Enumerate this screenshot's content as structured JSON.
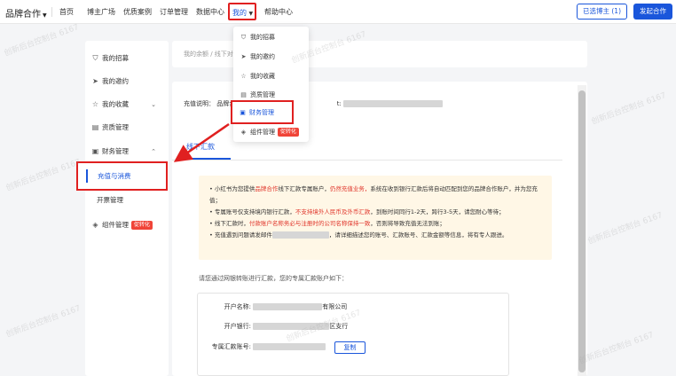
{
  "topbar": {
    "brand": "品牌合作",
    "nav": [
      "首页",
      "博主广场",
      "优质案例",
      "订单管理",
      "数据中心"
    ],
    "mine": "我的",
    "help": "帮助中心",
    "selected_btn": "已选博主 (1)",
    "publish_btn": "发起合作"
  },
  "sidebar": {
    "items": [
      {
        "label": "我的招募",
        "icon": "shield-icon"
      },
      {
        "label": "我的邀约",
        "icon": "send-icon"
      },
      {
        "label": "我的收藏",
        "icon": "star-icon"
      },
      {
        "label": "资质管理",
        "icon": "document-icon"
      },
      {
        "label": "财务管理",
        "icon": "wallet-icon"
      },
      {
        "label": "充值与消费"
      },
      {
        "label": "开票管理"
      },
      {
        "label": "组件管理",
        "icon": "component-icon",
        "tag": "促转化"
      }
    ]
  },
  "dropdown": {
    "items": [
      {
        "label": "我的招募",
        "icon": "shield-icon"
      },
      {
        "label": "我的邀约",
        "icon": "send-icon"
      },
      {
        "label": "我的收藏",
        "icon": "star-icon"
      },
      {
        "label": "资质管理",
        "icon": "document-icon"
      },
      {
        "label": "财务管理",
        "icon": "wallet-icon"
      },
      {
        "label": "组件管理",
        "icon": "component-icon",
        "tag": "促转化"
      }
    ]
  },
  "breadcrumb": "我的余额 / 线下对公",
  "main": {
    "info_prefix": "充值说明：",
    "info_text": "品牌合",
    "info_mid": "t",
    "tab": "线下汇款",
    "notice": [
      {
        "pre": "• 小红书为您提供",
        "red": "品牌合作",
        "post": "线下汇款专属账户，",
        "red2": "仍然充值业务，",
        "post2": "系统在收到银行汇款后将自动匹配到您的品牌合作账户，并为您充"
      },
      {
        "pre": "值；",
        "red": "",
        "post": "",
        "red2": "",
        "post2": ""
      },
      {
        "pre": "• 专属账号仅支持境内银行汇款，",
        "red": "不支持境外人民币及外币汇款",
        "post": "，到账时间同行1-2天，跨行3-5天，请您耐心等待；",
        "red2": "",
        "post2": ""
      },
      {
        "pre": "• 线下汇款时，",
        "red": "付款账户名称务必与注册时的公司名称保持一致",
        "post": "，否则将导致充值无法到账；",
        "red2": "",
        "post2": ""
      },
      {
        "pre": "• 充值遇到问题请发邮件",
        "red": "",
        "post": "，请详细描述您的账号、汇款账号、汇款金额等信息，将有专人跟进。",
        "red2": "",
        "post2": ""
      }
    ],
    "transfer_label": "请您通过网银转账进行汇款，您的专属汇款账户如下：",
    "account": {
      "name_label": "开户名称:",
      "name_suffix": "有限公司",
      "bank_label": "开户银行:",
      "bank_suffix": "区支行",
      "number_label": "专属汇款账号:",
      "copy_btn": "复制"
    }
  },
  "watermarks": [
    "创新后台控制台 6167",
    "创新后台控制台 6167",
    "创新后台控制台 6167",
    "创新后台控制台 6167",
    "创新后台控制台 6167",
    "创新后台控制台 6167",
    "创新后台控制台 6167",
    "创新后台控制台 6167"
  ],
  "colors": {
    "accent": "#1a56db",
    "highlight_border": "#e02020",
    "notice_bg": "#fff7e6",
    "tag": "#f04438"
  }
}
